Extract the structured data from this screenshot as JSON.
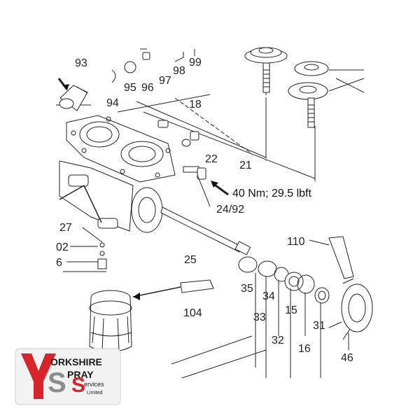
{
  "parts": {
    "p93": "93",
    "p95": "95",
    "p96": "96",
    "p97": "97",
    "p98": "98",
    "p99": "99",
    "p94": "94",
    "p18": "18",
    "p22": "22",
    "p21": "21",
    "p24_92": "24/92",
    "p27": "27",
    "p102": "02",
    "p6": "6",
    "p25": "25",
    "p110": "110",
    "p35": "35",
    "p34": "34",
    "p15": "15",
    "p33": "33",
    "p104": "104",
    "p31": "31",
    "p32": "32",
    "p16": "16",
    "p46": "46"
  },
  "torque_note": "40 Nm; 29.5 lbft",
  "logo": {
    "line1": "ORKSHIRE",
    "line2": "PRAY",
    "line3": "ervices",
    "line4": "Limited",
    "colors": {
      "red": "#d7232a",
      "gray": "#8a8c8e",
      "dark": "#1a1a1a"
    }
  }
}
